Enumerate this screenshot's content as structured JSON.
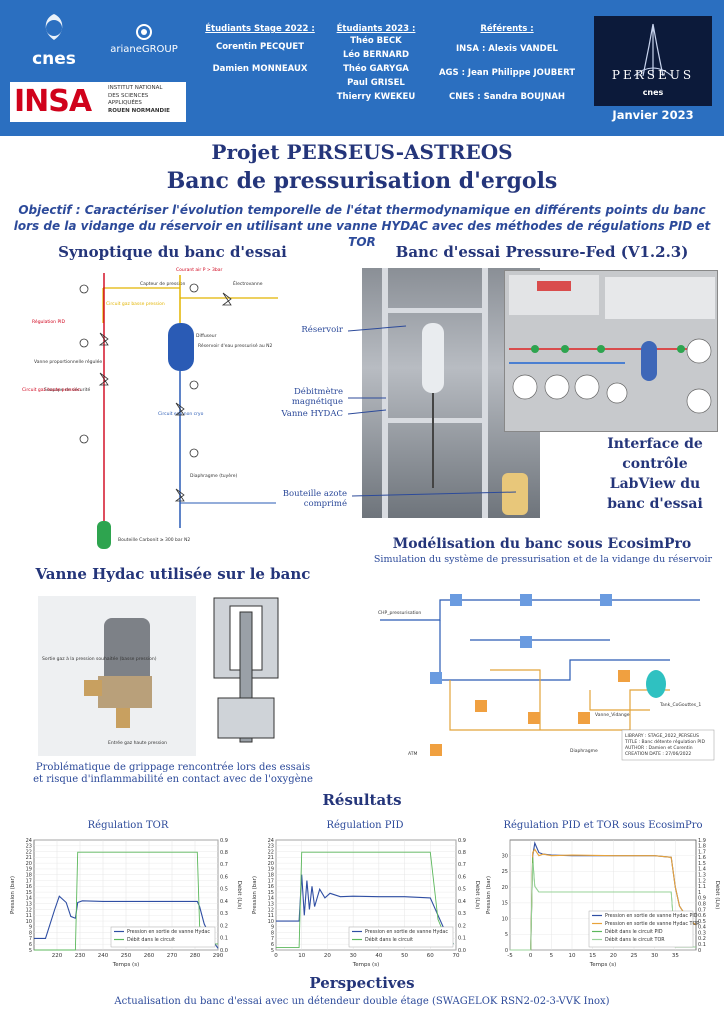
{
  "header": {
    "logos": {
      "cnes": "cnes",
      "ariane": "arianeGROUP",
      "insa": "INSA",
      "insa_lines": [
        "INSTITUT NATIONAL",
        "DES SCIENCES",
        "APPLIQUÉES",
        "ROUEN NORMANDIE"
      ],
      "perseus": "PERSEUS",
      "perseus_cnes": "cnes"
    },
    "students_2022": {
      "title": "Étudiants Stage 2022 :",
      "names": [
        "Corentin PECQUET",
        "Damien MONNEAUX"
      ]
    },
    "students_2023": {
      "title": "Étudiants 2023 :",
      "names": [
        "Théo BECK",
        "Léo BERNARD",
        "Théo GARYGA",
        "Paul GRISEL",
        "Thierry KWEKEU"
      ]
    },
    "referents": {
      "title": "Référents :",
      "names": [
        "INSA : Alexis VANDEL",
        "AGS : Jean Philippe JOUBERT",
        "CNES : Sandra BOUJNAH"
      ]
    },
    "date": "Janvier 2023"
  },
  "title_line1": "Projet PERSEUS-ASTREOS",
  "title_line2": "Banc de pressurisation d'ergols",
  "objective": "Objectif : Caractériser l'évolution temporelle de l'état thermodynamique en différents points du banc lors de la vidange du réservoir en utilisant une vanne HYDAC avec des méthodes de régulations PID et TOR",
  "sections": {
    "synoptique": "Synoptique du banc d'essai",
    "banc": "Banc d'essai Pressure-Fed (V1.2.3)",
    "labview": [
      "Interface de",
      "contrôle LabView du",
      "banc d'essai"
    ],
    "ecosim": "Modélisation du banc sous EcosimPro",
    "ecosim_sub": "Simulation du système de pressurisation et de la vidange du réservoir",
    "hydac": "Vanne Hydac utilisée sur le banc",
    "hydac_caption": [
      "Problématique de grippage rencontrée lors des essais",
      "et risque d'inflammabilité en contact avec de l'oxygène"
    ],
    "resultats": "Résultats",
    "perspectives": "Perspectives",
    "perspectives_text": "Actualisation du banc d'essai avec un détendeur double étage (SWAGELOK RSN2-02-3-VVK Inox)"
  },
  "callouts": {
    "reservoir": "Réservoir",
    "debitmetre": [
      "Débitmètre",
      "magnétique"
    ],
    "vanne": "Vanne HYDAC",
    "bouteille": [
      "Bouteille azote",
      "comprimé"
    ]
  },
  "synoptique_labels": {
    "courant": "Courant air P > 3bar",
    "electrovanne": "Électrovanne",
    "capteur": "Capteur de pression",
    "diffuseur": "Diffuseur",
    "reservoir": "Réservoir d'eau pressurisé au N2",
    "circuit_gaz_basse": "Circuit gaz basse pression",
    "regulation": "Régulation PID",
    "vanne_prop": "Vanne proportionnelle régulée",
    "soupape": "Soupape de sécurité",
    "circuit_haute": "Circuit gaz haute pression",
    "circuit_eau": "Circuit eau non cryo",
    "diaphragme": "Diaphragme (tuyère)",
    "bouteille": "Bouteille Carbonit ≥ 300 bar N2"
  },
  "ecosim_labels": {
    "box": [
      "LIBRARY : STAGE_2022_PERSEUS",
      "TITLE : Banc détente régulation PID",
      "AUTHOR : Damien et Corentin",
      "CREATION DATE : 27/06/2022"
    ],
    "vanne": "Vanne_Vidange",
    "tank": "Tank_CoGouttes_1",
    "diaphragme": "Diaphragme",
    "atm": "ATM",
    "chp": "CHP_pressurisation"
  },
  "hydac_labels": {
    "a": "Sortie gaz à la pression souhaitée (basse pression)",
    "b": "Entrée gaz haute pression"
  },
  "charts": [
    {
      "title": "Régulation TOR",
      "chart_data": {
        "type": "line",
        "x": [
          210,
          215,
          219,
          221,
          224,
          226,
          228,
          229,
          231,
          240,
          250,
          260,
          270,
          281,
          282,
          284,
          287,
          290
        ],
        "series": [
          {
            "name": "Pression en sortie de vanne Hydac",
            "values": [
              7,
              7,
              12,
              14.3,
              13.2,
              10.8,
              10.5,
              13.2,
              13.5,
              13.4,
              13.4,
              13.4,
              13.4,
              13.4,
              12.5,
              9.5,
              7,
              5.3
            ]
          },
          {
            "name": "Débit dans le circuit",
            "values": [
              0,
              0,
              0,
              0,
              0,
              0,
              0,
              0.8,
              0.8,
              0.8,
              0.8,
              0.8,
              0.8,
              0.8,
              0.2,
              0.05,
              0.05,
              0.05
            ]
          }
        ],
        "xlabel": "Temps (s)",
        "ylabel": "Pression (bar)",
        "y2label": "Débit (L/s)",
        "xlim": [
          210,
          290
        ],
        "ylim": [
          5,
          24
        ],
        "y2lim": [
          0,
          0.9
        ],
        "xticks": [
          220,
          230,
          240,
          250,
          260,
          270,
          280,
          290
        ],
        "yticks": [
          5,
          6,
          7,
          8,
          9,
          10,
          11,
          12,
          13,
          14,
          15,
          16,
          17,
          18,
          19,
          20,
          21,
          22,
          23,
          24
        ],
        "y2ticks": [
          0,
          0.1,
          0.2,
          0.3,
          0.4,
          0.5,
          0.6,
          0.7,
          0.8,
          0.9
        ],
        "y2ticklabels": [
          "0.0",
          "0.1",
          "0.2",
          "0.3",
          "0.4",
          "0.5",
          "0.6",
          "0.7",
          "0.8",
          "0.9"
        ],
        "grid": true,
        "legend": "bottom-right"
      }
    },
    {
      "title": "Régulation PID",
      "chart_data": {
        "type": "line",
        "x": [
          0,
          5,
          9,
          10,
          11,
          12,
          13,
          14,
          15,
          17,
          19,
          21,
          25,
          30,
          40,
          50,
          60,
          63,
          66,
          69
        ],
        "series": [
          {
            "name": "Pression en sortie de vanne Hydac",
            "values": [
              10,
              10,
              10,
              18,
              11,
              17,
              12,
              16,
              12.5,
              15.5,
              14,
              14.8,
              14.2,
              14.3,
              14.2,
              14.2,
              14,
              11,
              8,
              6
            ]
          },
          {
            "name": "Débit dans le circuit",
            "values": [
              0.02,
              0.02,
              0.02,
              0.8,
              0.8,
              0.8,
              0.8,
              0.8,
              0.8,
              0.8,
              0.8,
              0.8,
              0.8,
              0.8,
              0.8,
              0.8,
              0.8,
              0.25,
              0.1,
              0.05
            ]
          }
        ],
        "xlabel": "Temps (s)",
        "ylabel": "Pression (bar)",
        "y2label": "Débit (L/s)",
        "xlim": [
          0,
          70
        ],
        "ylim": [
          5,
          24
        ],
        "y2lim": [
          0,
          0.9
        ],
        "xticks": [
          0,
          10,
          20,
          30,
          40,
          50,
          60,
          70
        ],
        "yticks": [
          5,
          6,
          7,
          8,
          9,
          10,
          11,
          12,
          13,
          14,
          15,
          16,
          17,
          18,
          19,
          20,
          21,
          22,
          23,
          24
        ],
        "y2ticks": [
          0,
          0.1,
          0.2,
          0.3,
          0.4,
          0.5,
          0.6,
          0.7,
          0.8,
          0.9
        ],
        "y2ticklabels": [
          "0.0",
          "0.1",
          "0.2",
          "0.3",
          "0.4",
          "0.5",
          "0.6",
          "0.7",
          "0.8",
          "0.9"
        ],
        "grid": true,
        "legend": "bottom-right"
      }
    },
    {
      "title": "Régulation PID et TOR sous EcosimPro",
      "chart_data": {
        "type": "line",
        "x": [
          -5,
          0,
          0.5,
          1,
          2,
          3,
          5,
          10,
          20,
          30,
          34,
          35,
          36,
          37,
          38,
          40
        ],
        "series": [
          {
            "name": "Pression en sortie de vanne Hydac PID",
            "values": [
              0,
              0,
              30,
              34,
              31,
              30.5,
              30.2,
              30,
              30,
              30,
              29.5,
              20,
              14,
              12,
              10,
              8
            ]
          },
          {
            "name": "Pression en sortie de vanne Hydac TOR",
            "values": [
              0,
              0,
              31,
              32,
              30,
              30.5,
              30,
              30.2,
              30,
              30,
              29.5,
              20,
              14,
              12,
              10,
              8
            ]
          },
          {
            "name": "Débit dans le circuit PID",
            "values": [
              0,
              0,
              1.6,
              1.1,
              1.0,
              1.0,
              1.0,
              1.0,
              1.0,
              1.0,
              1.0,
              0.05,
              0.05,
              0.05,
              0.05,
              0.05
            ]
          },
          {
            "name": "Débit dans le circuit TOR",
            "values": [
              0,
              0,
              1.5,
              1.1,
              1.0,
              1.0,
              1.0,
              1.0,
              1.0,
              1.0,
              1.0,
              0.05,
              0.05,
              0.05,
              0.05,
              0.05
            ]
          }
        ],
        "xlabel": "Temps (s)",
        "ylabel": "Pression (bar)",
        "y2label": "Débit (L/s)",
        "xlim": [
          -5,
          40
        ],
        "ylim": [
          0,
          35
        ],
        "y2lim": [
          0,
          1.9
        ],
        "xticks": [
          -5,
          0,
          5,
          10,
          15,
          20,
          25,
          30,
          35
        ],
        "yticks": [
          0,
          5,
          10,
          15,
          20,
          25,
          30
        ],
        "y2ticks": [
          0,
          0.1,
          0.2,
          0.3,
          0.4,
          0.5,
          0.6,
          0.7,
          0.8,
          0.9,
          1,
          1.1,
          1.2,
          1.3,
          1.4,
          1.5,
          1.6,
          1.7,
          1.8,
          1.9
        ],
        "y2ticklabels": [
          "0",
          "0.1",
          "0.2",
          "0.3",
          "0.4",
          "0.5",
          "0.6",
          "0.7",
          "0.8",
          "0.9",
          "1",
          "1.1",
          "1.2",
          "1.3",
          "1.4",
          "1.5",
          "1.6",
          "1.7",
          "1.8",
          "1.9"
        ],
        "grid": true,
        "legend": "bottom-right"
      }
    }
  ],
  "colors": {
    "header": "#2b6fc0",
    "title": "#24357a",
    "text": "#2c4a9a",
    "pressure": "#2f4ea3",
    "flow": "#5cb85c",
    "tor_pressure": "#e8a33a"
  }
}
